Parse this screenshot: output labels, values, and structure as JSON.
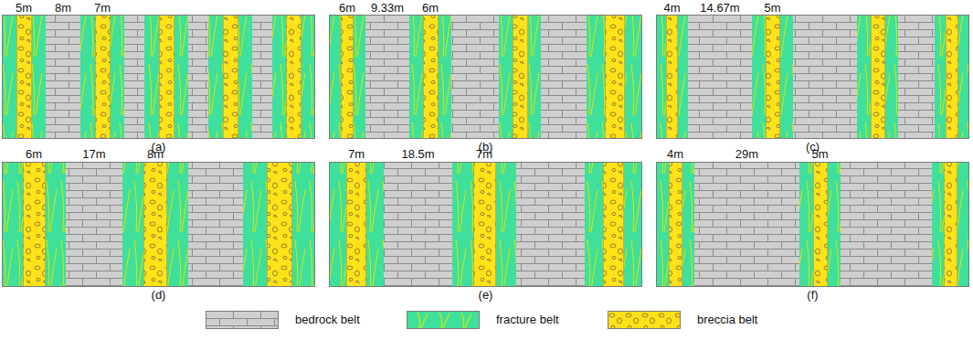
{
  "diagram": {
    "labels": [
      "5m",
      "8m",
      "7m",
      "(a)",
      "6m",
      "9.33m",
      "6m",
      "(b)",
      "4m",
      "14.67m",
      "5m",
      "(c)",
      "6m",
      "17m",
      "8m",
      "(d)",
      "7m",
      "18.5m",
      "7m",
      "(e)",
      "4m",
      "29m",
      "5m",
      "(f)"
    ],
    "legend": [
      {
        "text": "bedrock belt",
        "color": "#cfcfcf"
      },
      {
        "text": "fracture belt",
        "color": "#3fe09c"
      },
      {
        "text": "breccia belt",
        "color": "#ffe21a"
      }
    ]
  }
}
